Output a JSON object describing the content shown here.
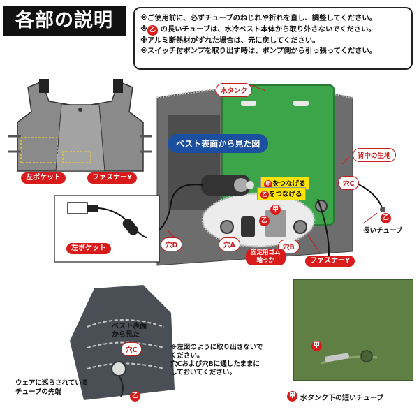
{
  "header": {
    "title": "各部の説明"
  },
  "notes": {
    "lines": [
      "※ご使用前に、必ずチューブのねじれや折れを直し、調整してください。",
      "の長いチューブは、水冷ベスト本体から取り外さないでください。",
      "※アルミ断熱材がずれた場合は、元に戻してください。",
      "※スイッチ付ポンプを取り出す時は、ポンプ側から引っ張ってください。"
    ],
    "line2_prefix": "※",
    "otsu_glyph": "乙"
  },
  "vest_labels": {
    "left_pocket": "左ポケット",
    "fastener_y": "ファスナーY"
  },
  "diagram": {
    "water_tank": "水タンク",
    "vest_front_view": "ベスト表面から見た図",
    "back_fabric": "背中の生地",
    "connect_kou": "をつなげる",
    "connect_otsu": "をつなげる",
    "kou_glyph": "甲",
    "otsu_glyph": "乙",
    "hole_a": "穴A",
    "hole_b": "穴B",
    "hole_c": "穴C",
    "hole_d": "穴D",
    "fixing_rubber": "固定用ゴム\n輪っか",
    "fastener_y": "ファスナーY",
    "long_tube": "長いチューブ",
    "left_pocket": "左ポケット"
  },
  "bottom": {
    "vest_view_label": "ベスト表面\nから見た",
    "hole_c": "穴C",
    "tube_end": "ウェアに巡らされている\nチューブの先端",
    "otsu_glyph": "乙",
    "instructions": "※左図のように取り出さないで\nください。\n穴Cおよび穴Bに通したままに\nしておいてください。",
    "kou_glyph": "甲",
    "short_tube_caption": "水タンク下の短いチューブ"
  },
  "colors": {
    "red": "#d81b1b",
    "blue": "#1b4fa0",
    "green": "#3ca54a",
    "yellow": "#ffe300",
    "gray": "#6d6d6d"
  }
}
